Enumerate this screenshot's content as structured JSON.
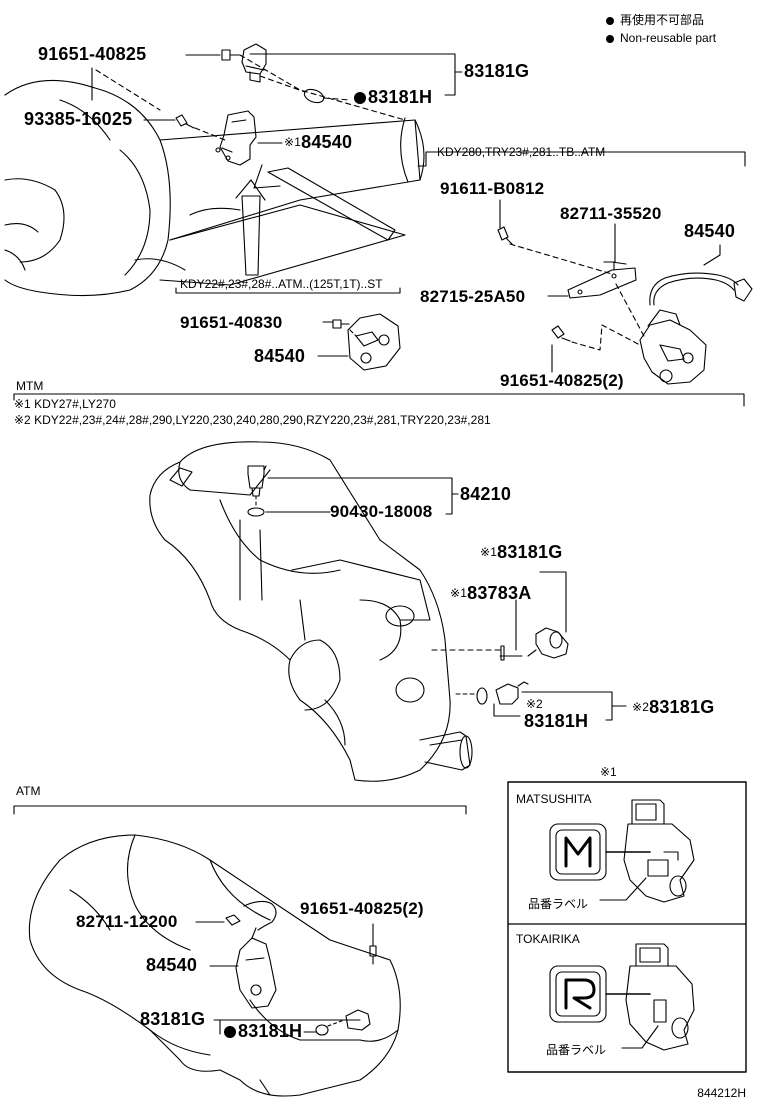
{
  "legend": {
    "reusable_jp": "再使用不可部品",
    "reusable_en": "Non-reusable part"
  },
  "top": {
    "p1": "91651-40825",
    "p2": "93385-16025",
    "p3": "83181G",
    "p4": "83181H",
    "p5_mark": "※1",
    "p5": "84540",
    "cond_right": "KDY280,TRY23#,281..TB..ATM",
    "r1": "91611-B0812",
    "r2": "82711-35520",
    "r3": "84540",
    "r4": "82715-25A50",
    "r5": "91651-40825(2)",
    "cond_left": "KDY22#,23#,28#..ATM..(125T,1T)..ST",
    "l1": "91651-40830",
    "l2": "84540"
  },
  "mtm": {
    "title": "MTM",
    "note1": "※1 KDY27#,LY270",
    "note2": "※2 KDY22#,23#,24#,28#,290,LY220,230,240,280,290,RZY220,23#,281,TRY220,23#,281",
    "p1": "84210",
    "p2": "90430-18008",
    "p3_mark": "※1",
    "p3": "83181G",
    "p4_mark": "※1",
    "p4": "83783A",
    "p5_mark": "※2",
    "p5": "83181H",
    "p6_mark": "※2",
    "p6": "83181G"
  },
  "atm": {
    "title": "ATM",
    "p1": "82711-12200",
    "p2": "91651-40825(2)",
    "p3": "84540",
    "p4": "83181G",
    "p5": "83181H"
  },
  "inset": {
    "mark": "※1",
    "brand1": "MATSUSHITA",
    "brand2": "TOKAIRIKA",
    "label1": "品番ラベル",
    "label2": "品番ラベル"
  },
  "diagram_code": "844212H"
}
